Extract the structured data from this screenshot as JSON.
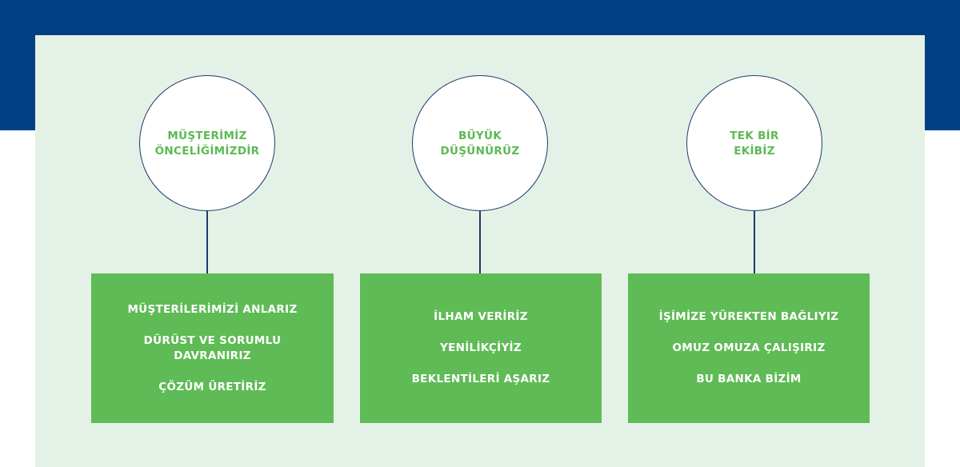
{
  "colors": {
    "navy": "#004185",
    "panel": "#e4f1e6",
    "green": "#5fbb55",
    "text_green": "#5cba52"
  },
  "values": [
    {
      "title_lines": [
        "MÜŞTERİMİZ",
        "ÖNCELİĞİMİZDİR"
      ],
      "items": [
        [
          "MÜŞTERİLERİMİZİ ANLARIZ"
        ],
        [
          "DÜRÜST VE SORUMLU",
          "DAVRANIRIZ"
        ],
        [
          "ÇÖZÜM ÜRETİRİZ"
        ]
      ]
    },
    {
      "title_lines": [
        "BÜYÜK",
        "DÜŞÜNÜRÜZ"
      ],
      "items": [
        [
          "İLHAM VERİRİZ"
        ],
        [
          "YENİLİKÇİYİZ"
        ],
        [
          "BEKLENTİLERİ AŞARIZ"
        ]
      ]
    },
    {
      "title_lines": [
        "TEK BİR",
        "EKİBİZ"
      ],
      "items": [
        [
          "İŞİMİZE YÜREKTEN BAĞLIYIZ"
        ],
        [
          "OMUZ OMUZA ÇALIŞIRIZ"
        ],
        [
          "BU BANKA BİZİM"
        ]
      ]
    }
  ]
}
